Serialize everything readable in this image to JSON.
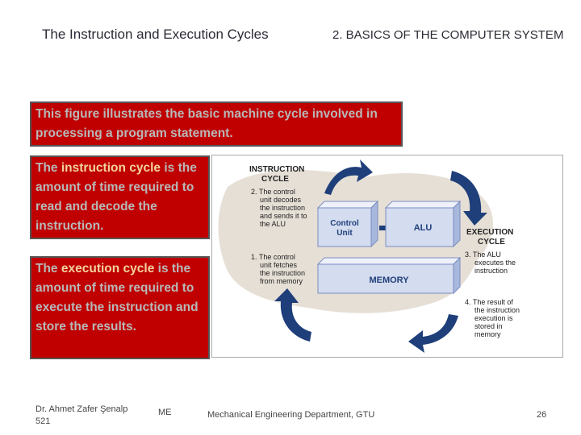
{
  "header": {
    "title": "The Instruction and Execution Cycles",
    "section": "2. BASICS OF THE COMPUTER SYSTEM"
  },
  "callouts": {
    "figure_intro": "This figure illustrates the basic machine cycle involved in processing a program statement.",
    "instruction": {
      "prefix": "The ",
      "term": "instruction cycle",
      "rest": " is the amount of time required to read and decode the instruction."
    },
    "execution": {
      "prefix": "The ",
      "term": "execution cycle",
      "rest": " is the amount of time required to execute the instruction and store the results."
    }
  },
  "diagram": {
    "instruction_cycle_title": [
      "INSTRUCTION",
      "CYCLE"
    ],
    "step2": [
      "2. The control",
      "unit decodes",
      "the instruction",
      "and sends it to",
      "the ALU"
    ],
    "step1": [
      "1. The control",
      "unit fetches",
      "the instruction",
      "from memory"
    ],
    "control_unit": [
      "Control",
      "Unit"
    ],
    "alu": "ALU",
    "memory": "MEMORY",
    "execution_cycle_title": [
      "EXECUTION",
      "CYCLE"
    ],
    "step3": [
      "3. The ALU",
      "executes the",
      "instruction"
    ],
    "step4": [
      "4. The result of",
      "the instruction",
      "execution is",
      "stored in",
      "memory"
    ]
  },
  "footer": {
    "author_line1": "Dr. Ahmet Zafer Şenalp",
    "author_line2": "521",
    "dept": "ME",
    "center": "Mechanical Engineering Department, GTU",
    "page": "26"
  },
  "colors": {
    "callout_bg": "#c00000",
    "callout_text": "#b8b8b8",
    "callout_highlight": "#f2d2a0",
    "arrow": "#1f3f7a",
    "box_fill": "#d4dcf0",
    "cloud": "#e6dfd6"
  }
}
